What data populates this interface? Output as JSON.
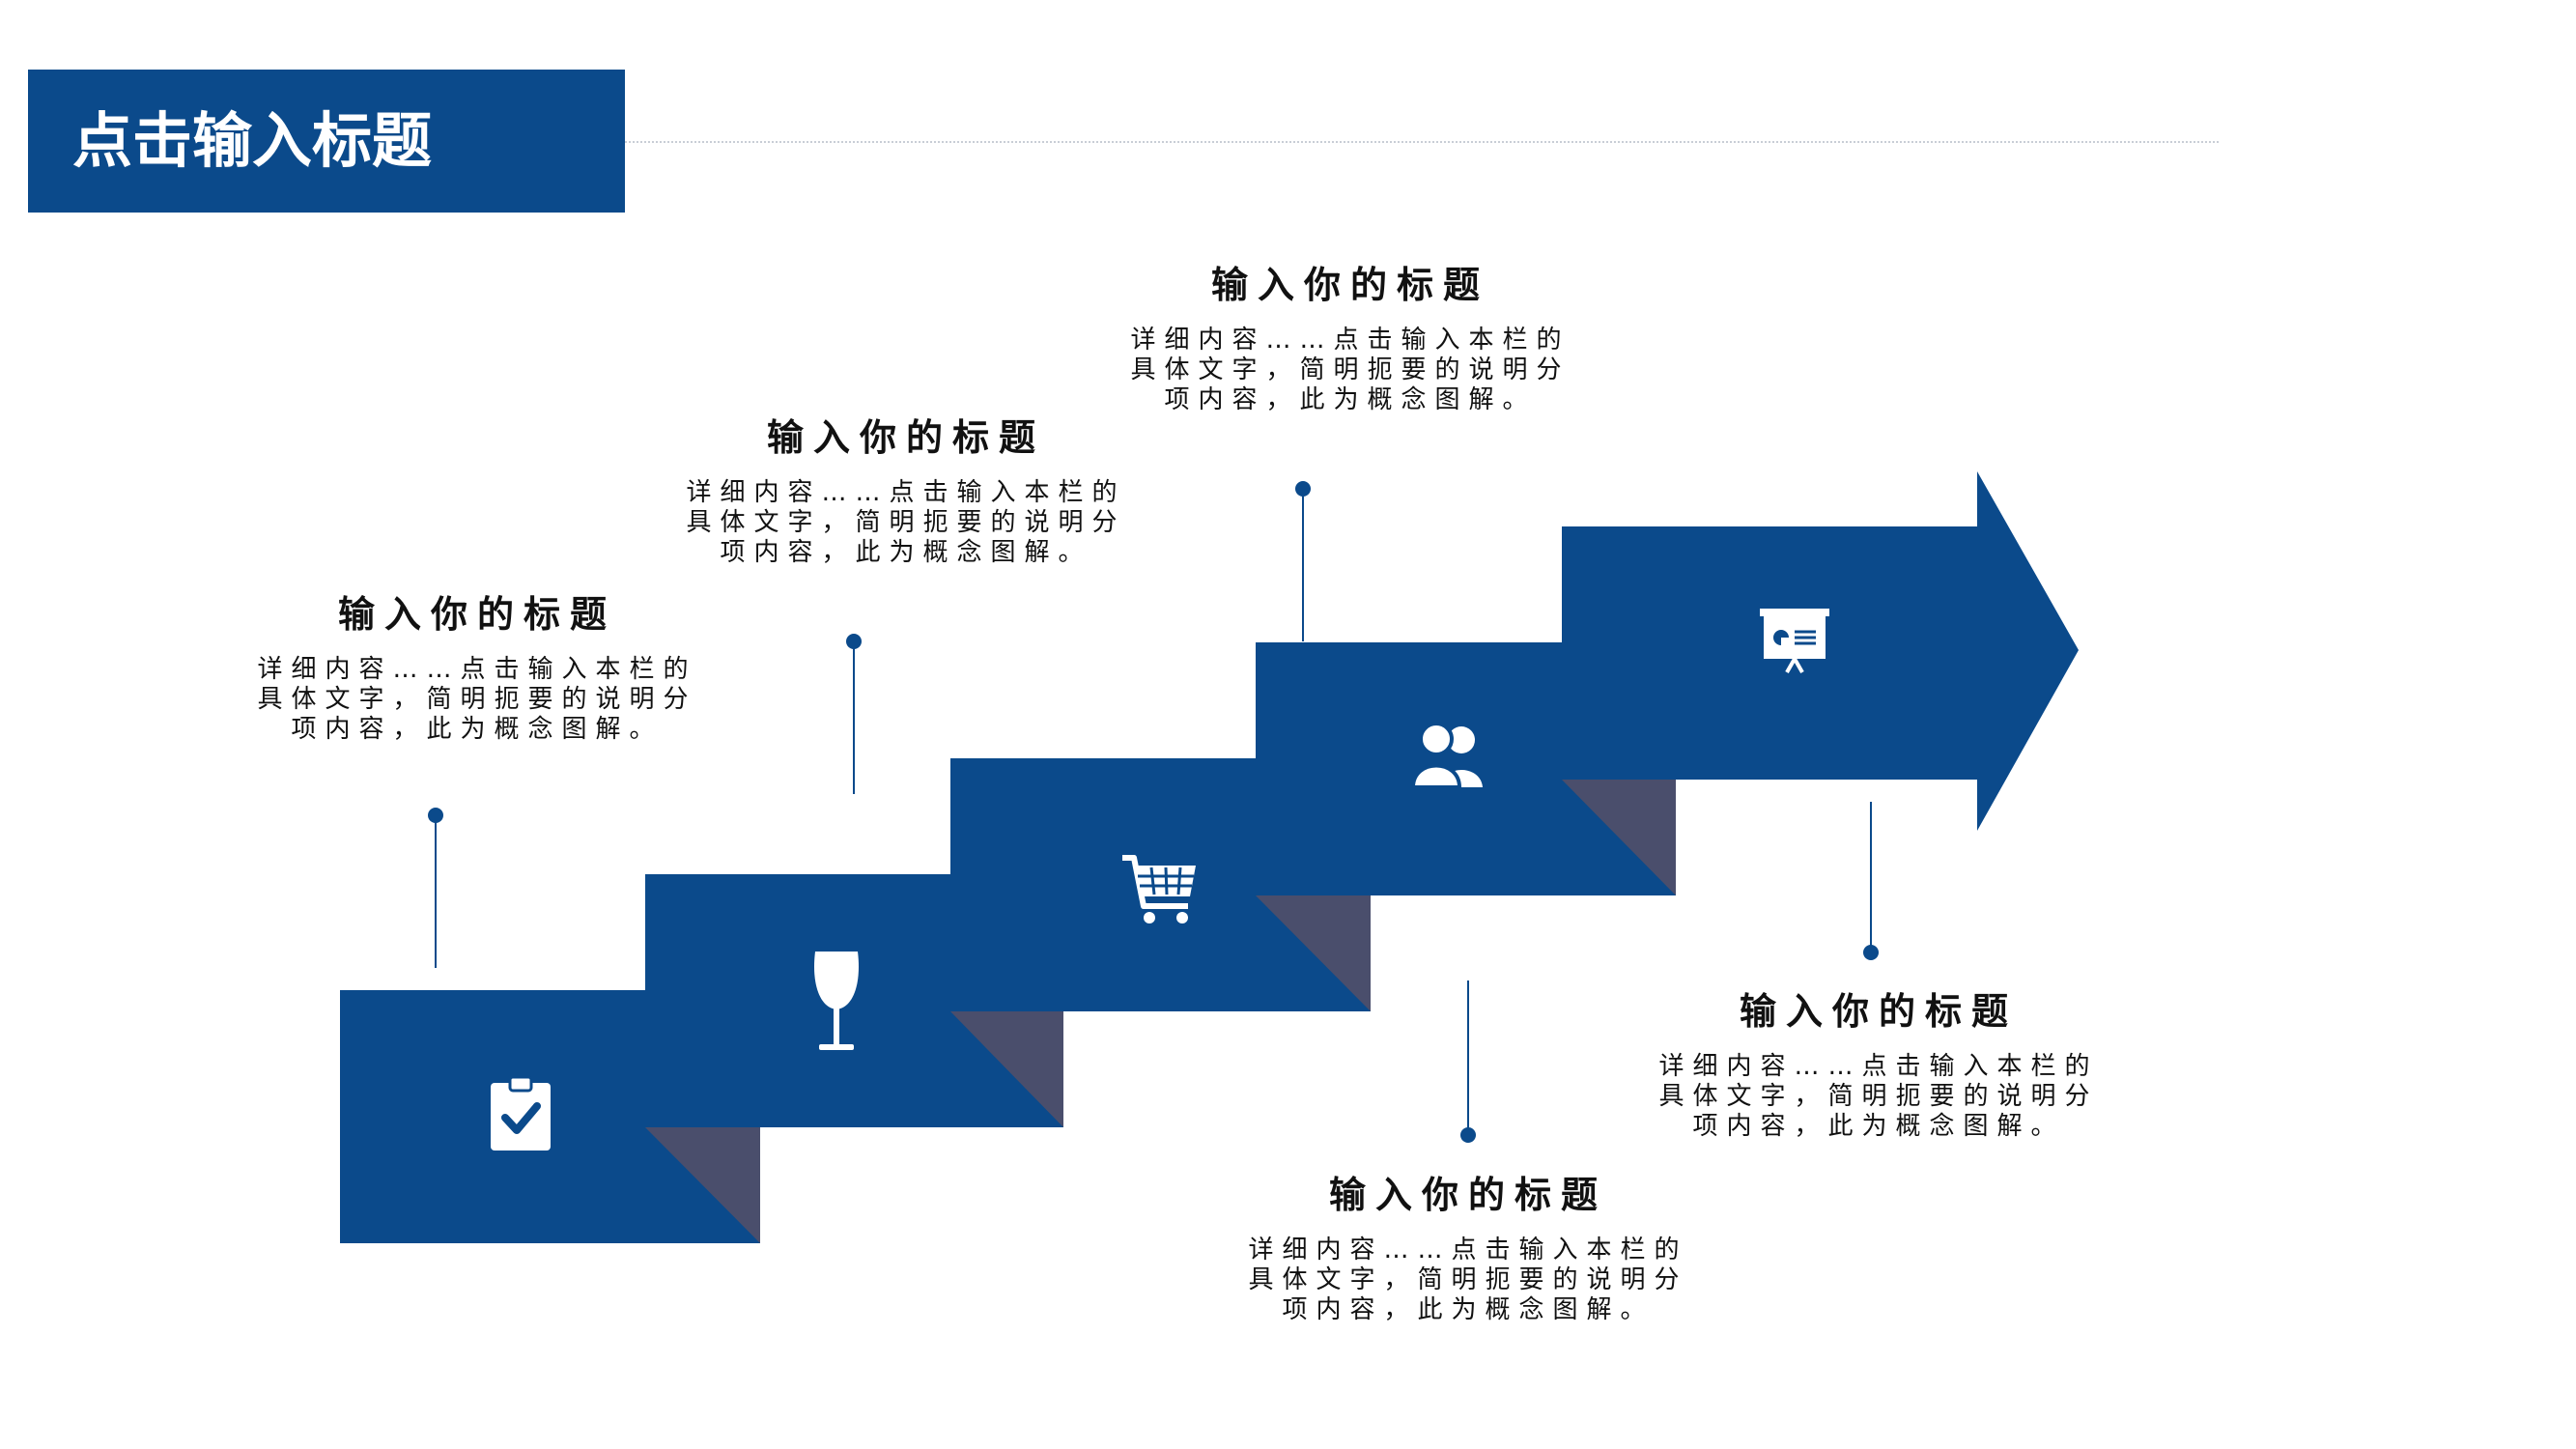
{
  "header": {
    "title": "点击输入标题"
  },
  "colors": {
    "primary": "#0b4a8b",
    "fold_shadow": "#4a4e6c",
    "text": "#111111"
  },
  "steps": [
    {
      "icon": "clipboard-check-icon",
      "heading": "输入你的标题",
      "body": "详细内容……点击输入本栏的具体文字，简明扼要的说明分项内容，此为概念图解。"
    },
    {
      "icon": "wine-glass-icon",
      "heading": "输入你的标题",
      "body": "详细内容……点击输入本栏的具体文字，简明扼要的说明分项内容，此为概念图解。"
    },
    {
      "icon": "shopping-cart-icon",
      "heading": "输入你的标题",
      "body": "详细内容……点击输入本栏的具体文字，简明扼要的说明分项内容，此为概念图解。"
    },
    {
      "icon": "users-icon",
      "heading": "输入你的标题",
      "body": "详细内容……点击输入本栏的具体文字，简明扼要的说明分项内容，此为概念图解。"
    },
    {
      "icon": "presentation-board-icon",
      "heading": "输入你的标题",
      "body": "详细内容……点击输入本栏的具体文字，简明扼要的说明分项内容，此为概念图解。"
    }
  ]
}
